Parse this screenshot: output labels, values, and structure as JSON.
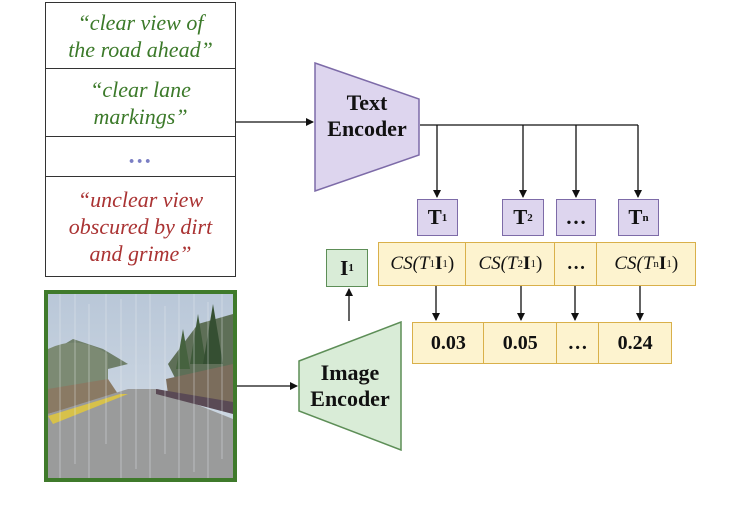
{
  "prompts": [
    {
      "line1": "“clear view of",
      "line2": "the road ahead”"
    },
    {
      "line1": "“clear  lane",
      "line2": "markings”"
    },
    {
      "line1": "…"
    },
    {
      "line1": "“unclear  view",
      "line2": "obscured by dirt",
      "line3": "and grime”"
    }
  ],
  "text_encoder": {
    "line1": "Text",
    "line2": "Encoder"
  },
  "image_encoder": {
    "line1": "Image",
    "line2": "Encoder"
  },
  "text_tokens": [
    {
      "label": "T",
      "sub": "1"
    },
    {
      "label": "T",
      "sub": "2"
    },
    {
      "label": "…",
      "sub": ""
    },
    {
      "label": "T",
      "sub": "n"
    }
  ],
  "image_token": {
    "label": "I",
    "sub": "1"
  },
  "similarity": [
    {
      "pre": "CS(T",
      "a": "1",
      "mid": "I",
      "b": "1",
      "post": ")"
    },
    {
      "pre": "CS(T",
      "a": "2",
      "mid": "I",
      "b": "1",
      "post": ")"
    },
    {
      "pre": "…"
    },
    {
      "pre": "CS(T",
      "a": "n",
      "mid": "I",
      "b": "1",
      "post": ")"
    }
  ],
  "scores": [
    "0.03",
    "0.05",
    "…",
    "0.24"
  ],
  "colors": {
    "text_encoder_fill": "#ddd5ee",
    "image_encoder_fill": "#d9ecd7",
    "similarity_fill": "#fdf3cf",
    "image_border": "#3f7a2b"
  }
}
